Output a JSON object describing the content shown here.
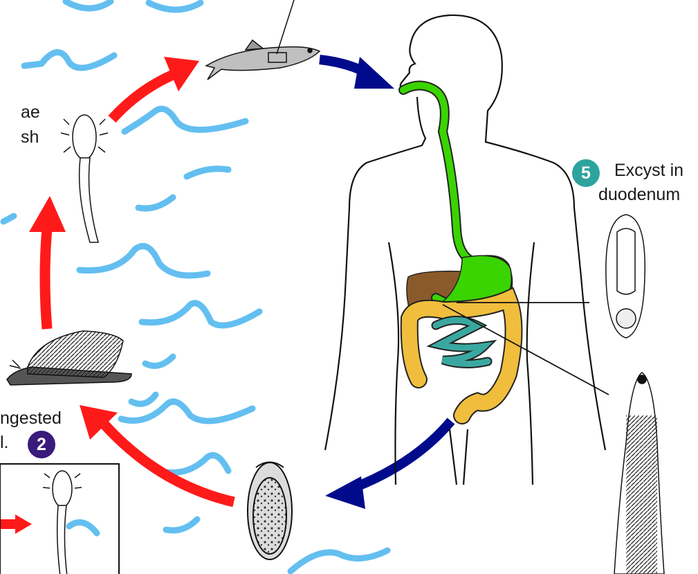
{
  "colors": {
    "water": "#63bff0",
    "red_arrow": "#ff1a1a",
    "blue_arrow": "#000b8c",
    "digestive_tract": "#3ad400",
    "liver": "#8b5a2b",
    "colon": "#f0be3c",
    "small_intestine": "#3aa8a0",
    "badge_teal": "#2ea39e",
    "badge_purple": "#3a1a7a"
  },
  "labels": {
    "top_left_line1": "ae",
    "top_left_line2": "sh",
    "step5_line1": "Excyst in",
    "step5_line2": "duodenum",
    "bottom_left_line1": "ngested",
    "bottom_left_line2": "l."
  },
  "badges": {
    "step5": "5",
    "step2": "2"
  },
  "icons": [
    "fish-icon",
    "snail-icon",
    "cercaria-icon",
    "egg-icon",
    "metacercaria-icon",
    "adult-fluke-icon",
    "human-silhouette-icon"
  ]
}
